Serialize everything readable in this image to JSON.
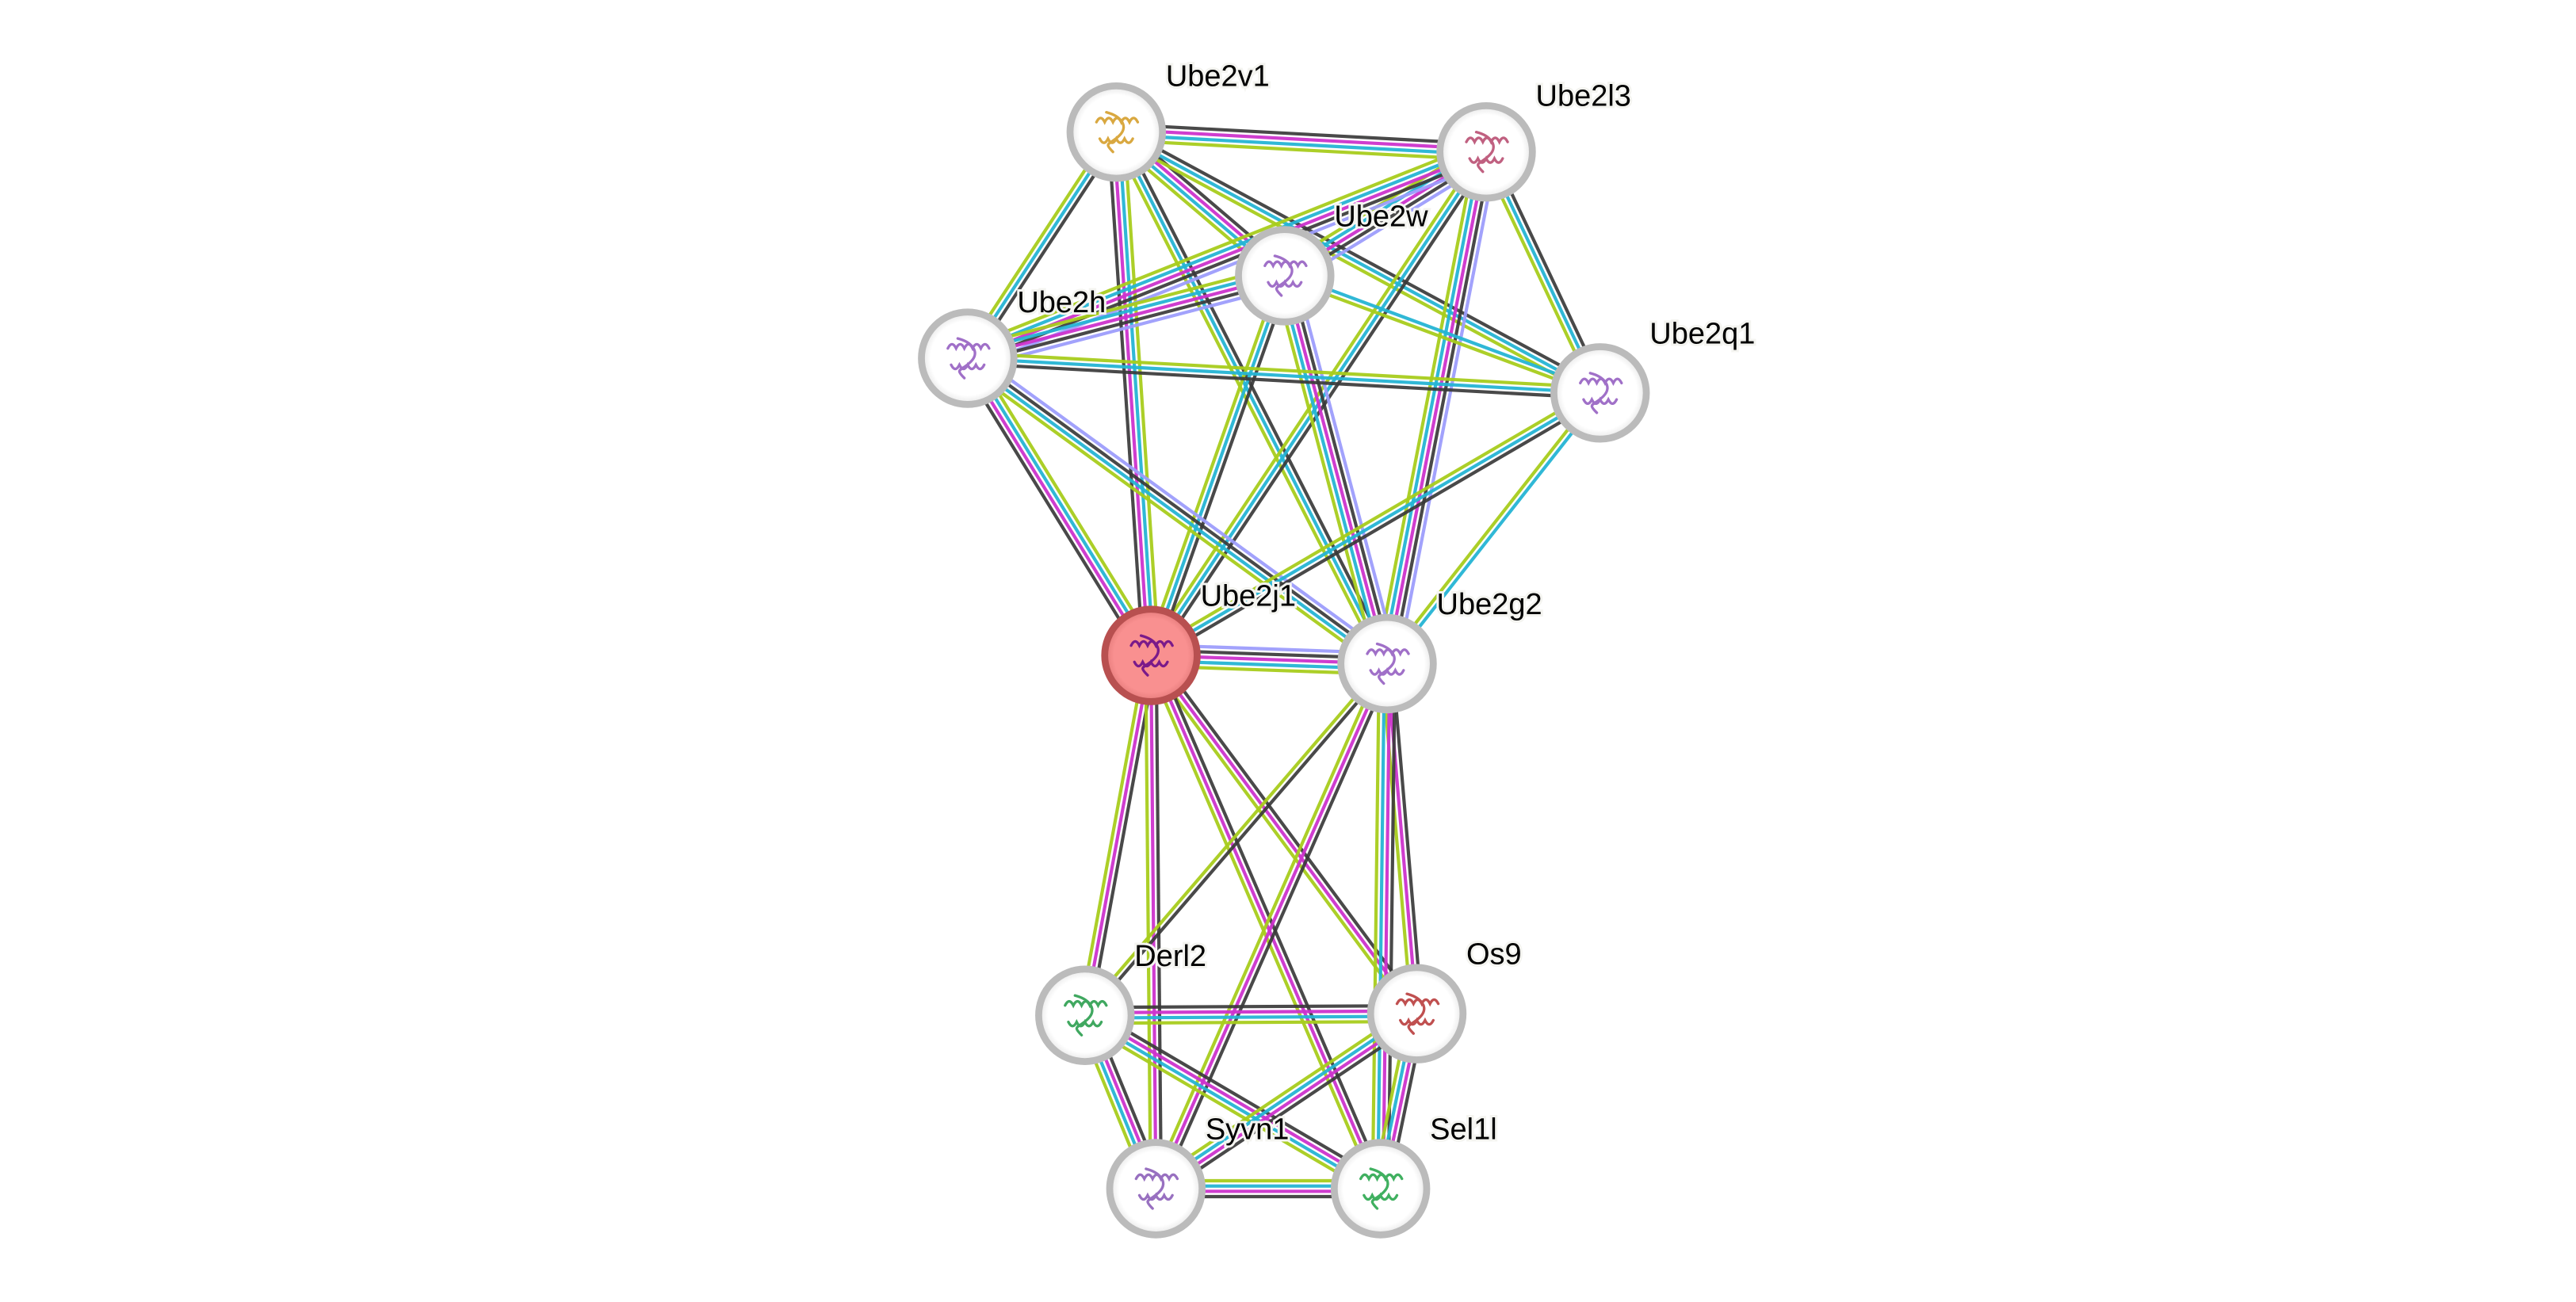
{
  "network": {
    "query_protein": "Ube2j1",
    "edge_colors": {
      "curated_db": "#25b4d4",
      "experimental": "#cc33cc",
      "textmining": "#a8cc1c",
      "coexpression": "#3a3a3a",
      "homology": "#9d9dfc"
    },
    "node_colors": {
      "query_fill": "#f99090",
      "query_ring": "#b85050",
      "other_fill": "#ffffff",
      "other_ring": "#bbbbbb"
    },
    "nodes": [
      {
        "id": "Ube2v1",
        "label": "Ube2v1",
        "query": false,
        "structure_color": "#d9a840"
      },
      {
        "id": "Ube2l3",
        "label": "Ube2l3",
        "query": false,
        "structure_color": "#c06080"
      },
      {
        "id": "Ube2w",
        "label": "Ube2w",
        "query": false,
        "structure_color": "#a070c8"
      },
      {
        "id": "Ube2h",
        "label": "Ube2h",
        "query": false,
        "structure_color": "#a070c8"
      },
      {
        "id": "Ube2q1",
        "label": "Ube2q1",
        "query": false,
        "structure_color": "#a070c8"
      },
      {
        "id": "Ube2j1",
        "label": "Ube2j1",
        "query": true,
        "structure_color": "#7a1a8a"
      },
      {
        "id": "Ube2g2",
        "label": "Ube2g2",
        "query": false,
        "structure_color": "#a070c8"
      },
      {
        "id": "Derl2",
        "label": "Derl2",
        "query": false,
        "structure_color": "#40a860"
      },
      {
        "id": "Os9",
        "label": "Os9",
        "query": false,
        "structure_color": "#c05050"
      },
      {
        "id": "Syvn1",
        "label": "Syvn1",
        "query": false,
        "structure_color": "#9870c0"
      },
      {
        "id": "Sel1l",
        "label": "Sel1l",
        "query": false,
        "structure_color": "#40b060"
      }
    ],
    "edges": [
      {
        "a": "Ube2v1",
        "b": "Ube2l3",
        "evidence": [
          "coexpression",
          "experimental",
          "curated_db",
          "textmining"
        ]
      },
      {
        "a": "Ube2v1",
        "b": "Ube2w",
        "evidence": [
          "coexpression",
          "experimental",
          "curated_db",
          "textmining"
        ]
      },
      {
        "a": "Ube2v1",
        "b": "Ube2h",
        "evidence": [
          "coexpression",
          "curated_db",
          "textmining"
        ]
      },
      {
        "a": "Ube2v1",
        "b": "Ube2q1",
        "evidence": [
          "coexpression",
          "curated_db",
          "textmining"
        ]
      },
      {
        "a": "Ube2v1",
        "b": "Ube2j1",
        "evidence": [
          "textmining",
          "curated_db",
          "experimental",
          "coexpression"
        ]
      },
      {
        "a": "Ube2v1",
        "b": "Ube2g2",
        "evidence": [
          "coexpression",
          "curated_db",
          "textmining"
        ]
      },
      {
        "a": "Ube2l3",
        "b": "Ube2w",
        "evidence": [
          "homology",
          "coexpression",
          "experimental",
          "curated_db",
          "textmining"
        ]
      },
      {
        "a": "Ube2l3",
        "b": "Ube2h",
        "evidence": [
          "homology",
          "coexpression",
          "experimental",
          "curated_db",
          "textmining"
        ]
      },
      {
        "a": "Ube2l3",
        "b": "Ube2q1",
        "evidence": [
          "coexpression",
          "curated_db",
          "textmining"
        ]
      },
      {
        "a": "Ube2l3",
        "b": "Ube2j1",
        "evidence": [
          "coexpression",
          "curated_db",
          "textmining"
        ]
      },
      {
        "a": "Ube2l3",
        "b": "Ube2g2",
        "evidence": [
          "homology",
          "coexpression",
          "experimental",
          "curated_db",
          "textmining"
        ]
      },
      {
        "a": "Ube2w",
        "b": "Ube2h",
        "evidence": [
          "homology",
          "coexpression",
          "experimental",
          "curated_db",
          "textmining"
        ]
      },
      {
        "a": "Ube2w",
        "b": "Ube2q1",
        "evidence": [
          "curated_db",
          "textmining"
        ]
      },
      {
        "a": "Ube2w",
        "b": "Ube2j1",
        "evidence": [
          "coexpression",
          "curated_db",
          "textmining"
        ]
      },
      {
        "a": "Ube2w",
        "b": "Ube2g2",
        "evidence": [
          "homology",
          "coexpression",
          "experimental",
          "curated_db",
          "textmining"
        ]
      },
      {
        "a": "Ube2h",
        "b": "Ube2q1",
        "evidence": [
          "textmining",
          "curated_db",
          "coexpression"
        ]
      },
      {
        "a": "Ube2h",
        "b": "Ube2j1",
        "evidence": [
          "textmining",
          "curated_db",
          "experimental",
          "coexpression"
        ]
      },
      {
        "a": "Ube2h",
        "b": "Ube2g2",
        "evidence": [
          "homology",
          "coexpression",
          "curated_db",
          "textmining"
        ]
      },
      {
        "a": "Ube2q1",
        "b": "Ube2j1",
        "evidence": [
          "coexpression",
          "curated_db",
          "textmining"
        ]
      },
      {
        "a": "Ube2q1",
        "b": "Ube2g2",
        "evidence": [
          "curated_db",
          "textmining"
        ]
      },
      {
        "a": "Ube2j1",
        "b": "Ube2g2",
        "evidence": [
          "homology",
          "coexpression",
          "experimental",
          "curated_db",
          "textmining"
        ]
      },
      {
        "a": "Ube2j1",
        "b": "Derl2",
        "evidence": [
          "coexpression",
          "experimental",
          "textmining"
        ]
      },
      {
        "a": "Ube2j1",
        "b": "Os9",
        "evidence": [
          "coexpression",
          "experimental",
          "textmining"
        ]
      },
      {
        "a": "Ube2j1",
        "b": "Syvn1",
        "evidence": [
          "coexpression",
          "experimental",
          "textmining"
        ]
      },
      {
        "a": "Ube2j1",
        "b": "Sel1l",
        "evidence": [
          "coexpression",
          "experimental",
          "textmining"
        ]
      },
      {
        "a": "Ube2g2",
        "b": "Derl2",
        "evidence": [
          "coexpression",
          "textmining"
        ]
      },
      {
        "a": "Ube2g2",
        "b": "Os9",
        "evidence": [
          "coexpression",
          "experimental",
          "textmining"
        ]
      },
      {
        "a": "Ube2g2",
        "b": "Syvn1",
        "evidence": [
          "coexpression",
          "experimental",
          "textmining"
        ]
      },
      {
        "a": "Ube2g2",
        "b": "Sel1l",
        "evidence": [
          "coexpression",
          "experimental",
          "curated_db",
          "textmining"
        ]
      },
      {
        "a": "Derl2",
        "b": "Os9",
        "evidence": [
          "coexpression",
          "experimental",
          "curated_db",
          "textmining"
        ]
      },
      {
        "a": "Derl2",
        "b": "Syvn1",
        "evidence": [
          "coexpression",
          "experimental",
          "curated_db",
          "textmining"
        ]
      },
      {
        "a": "Derl2",
        "b": "Sel1l",
        "evidence": [
          "coexpression",
          "experimental",
          "curated_db",
          "textmining"
        ]
      },
      {
        "a": "Os9",
        "b": "Syvn1",
        "evidence": [
          "coexpression",
          "experimental",
          "curated_db",
          "textmining"
        ]
      },
      {
        "a": "Os9",
        "b": "Sel1l",
        "evidence": [
          "coexpression",
          "experimental",
          "curated_db",
          "textmining"
        ]
      },
      {
        "a": "Syvn1",
        "b": "Sel1l",
        "evidence": [
          "textmining",
          "curated_db",
          "experimental",
          "coexpression"
        ]
      }
    ]
  }
}
